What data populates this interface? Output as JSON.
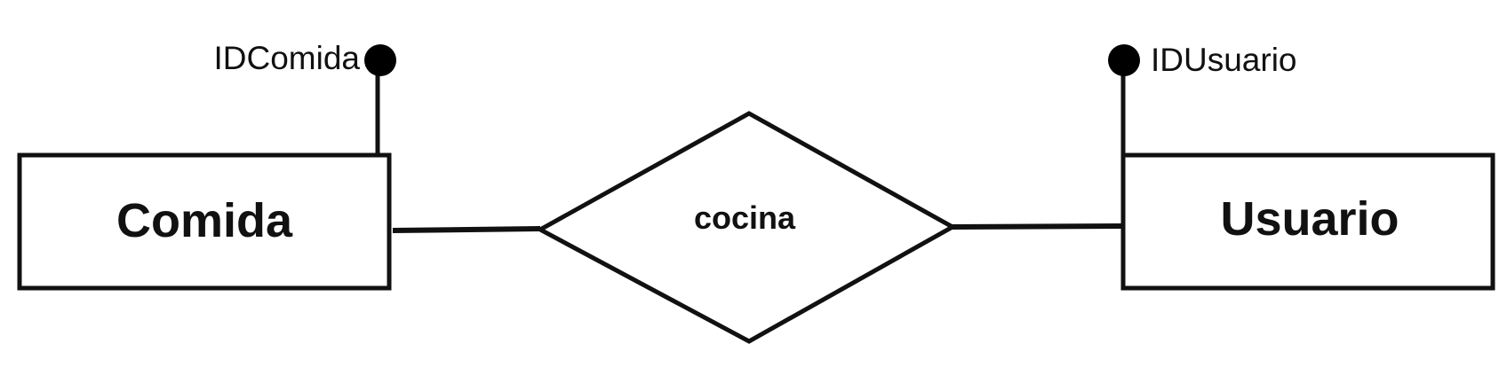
{
  "diagram": {
    "entities": [
      {
        "id": "comida",
        "label": "Comida"
      },
      {
        "id": "usuario",
        "label": "Usuario"
      }
    ],
    "relationship": {
      "label": "cocina",
      "connects": [
        "comida",
        "usuario"
      ]
    },
    "attributes": [
      {
        "label": "IDComida",
        "entity": "comida",
        "key": true
      },
      {
        "label": "IDUsuario",
        "entity": "usuario",
        "key": true
      }
    ]
  }
}
